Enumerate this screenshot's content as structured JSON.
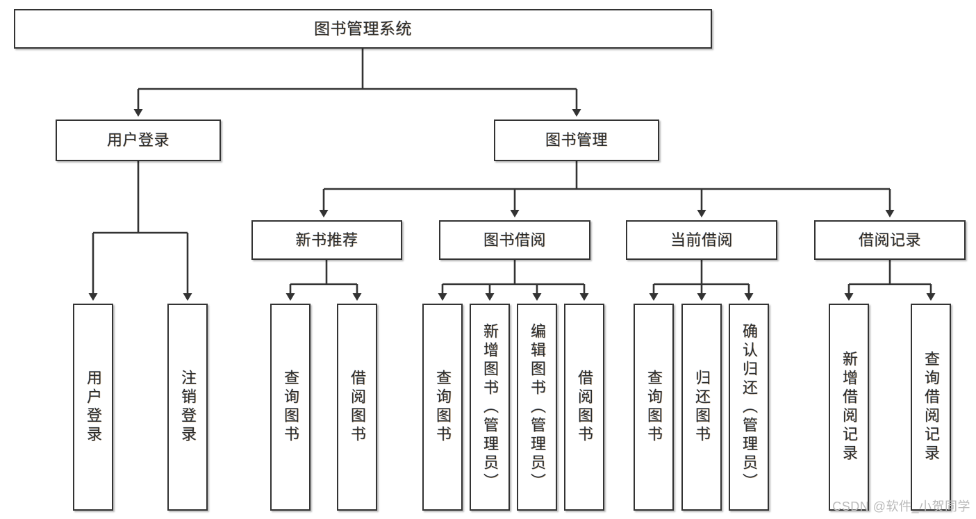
{
  "diagram": {
    "title": "图书管理系统",
    "watermark": "CSDN @软件_小贺同学",
    "style": {
      "border_color": "#333333",
      "box_fill": "#ffffff",
      "text_color": "#2b2b2b",
      "background": "#ffffff",
      "watermark_color": "#b9b9b9"
    },
    "nodes": {
      "root": {
        "label": "图书管理系统"
      },
      "level2": [
        {
          "label": "用户登录"
        },
        {
          "label": "图书管理"
        }
      ],
      "level3": [
        {
          "label": "新书推荐"
        },
        {
          "label": "图书借阅"
        },
        {
          "label": "当前借阅"
        },
        {
          "label": "借阅记录"
        }
      ],
      "leaves": [
        {
          "label": "用户登录"
        },
        {
          "label": "注销登录"
        },
        {
          "label": "查询图书"
        },
        {
          "label": "借阅图书"
        },
        {
          "label": "查询图书"
        },
        {
          "label": "新增图书（管理员）"
        },
        {
          "label": "编辑图书（管理员）"
        },
        {
          "label": "借阅图书"
        },
        {
          "label": "查询图书"
        },
        {
          "label": "归还图书"
        },
        {
          "label": "确认归还（管理员）"
        },
        {
          "label": "新增借阅记录"
        },
        {
          "label": "查询借阅记录"
        }
      ]
    }
  }
}
